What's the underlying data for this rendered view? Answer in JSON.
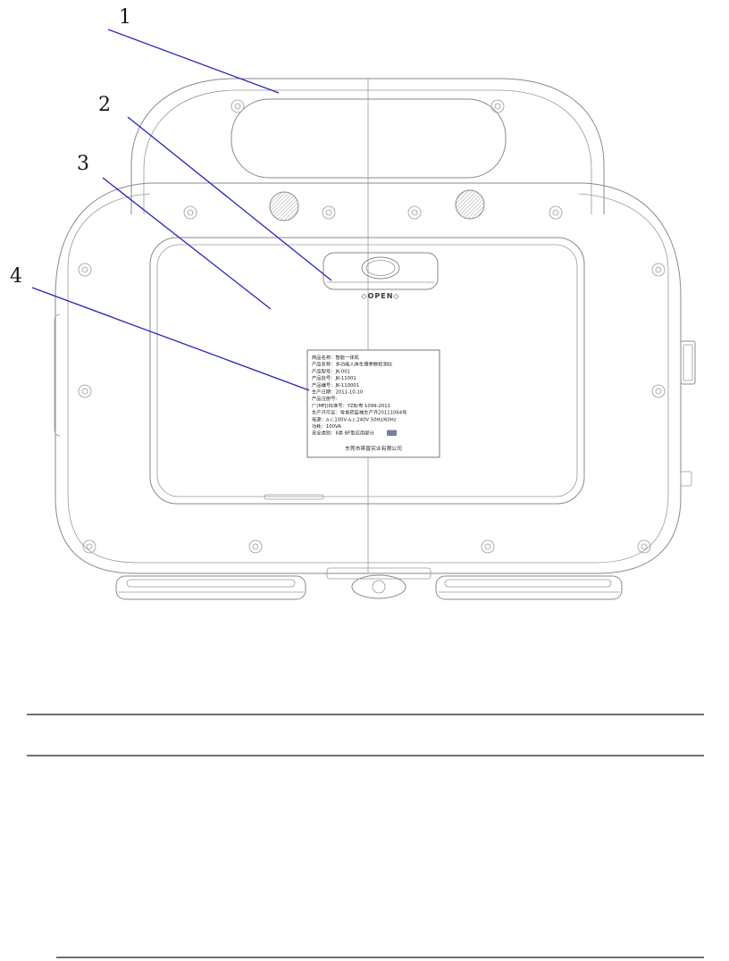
{
  "page": {
    "background": "#ffffff"
  },
  "figure": {
    "callouts": [
      {
        "label": "1"
      },
      {
        "label": "2"
      },
      {
        "label": "3"
      },
      {
        "label": "4"
      }
    ],
    "open_label": "◇OPEN◇",
    "product_label": {
      "lines": [
        "商品名称：智能一体机",
        "产品名称：多功能人体生理参数检测仪",
        "产品型号：JK-001",
        "产品批号：JK-11001",
        "产品编号：JK-110001",
        "生产日期：2011-10-10",
        "产品注册号：",
        "厂(MFJ)标准号：YZB/粤 1099-2011",
        "生产许可证：粤食药监械生产许20111064号",
        "电源：a.c.100V-a.c.240V 50Hz/60Hz",
        "功耗：100VA",
        "安全类别：II类 BF型应用部分"
      ],
      "company": "东莞市蒋普实业有限公司"
    },
    "colors": {
      "leader_line": "#2626c2",
      "drawing_line": "#8a8a8a",
      "text": "#141414"
    }
  }
}
